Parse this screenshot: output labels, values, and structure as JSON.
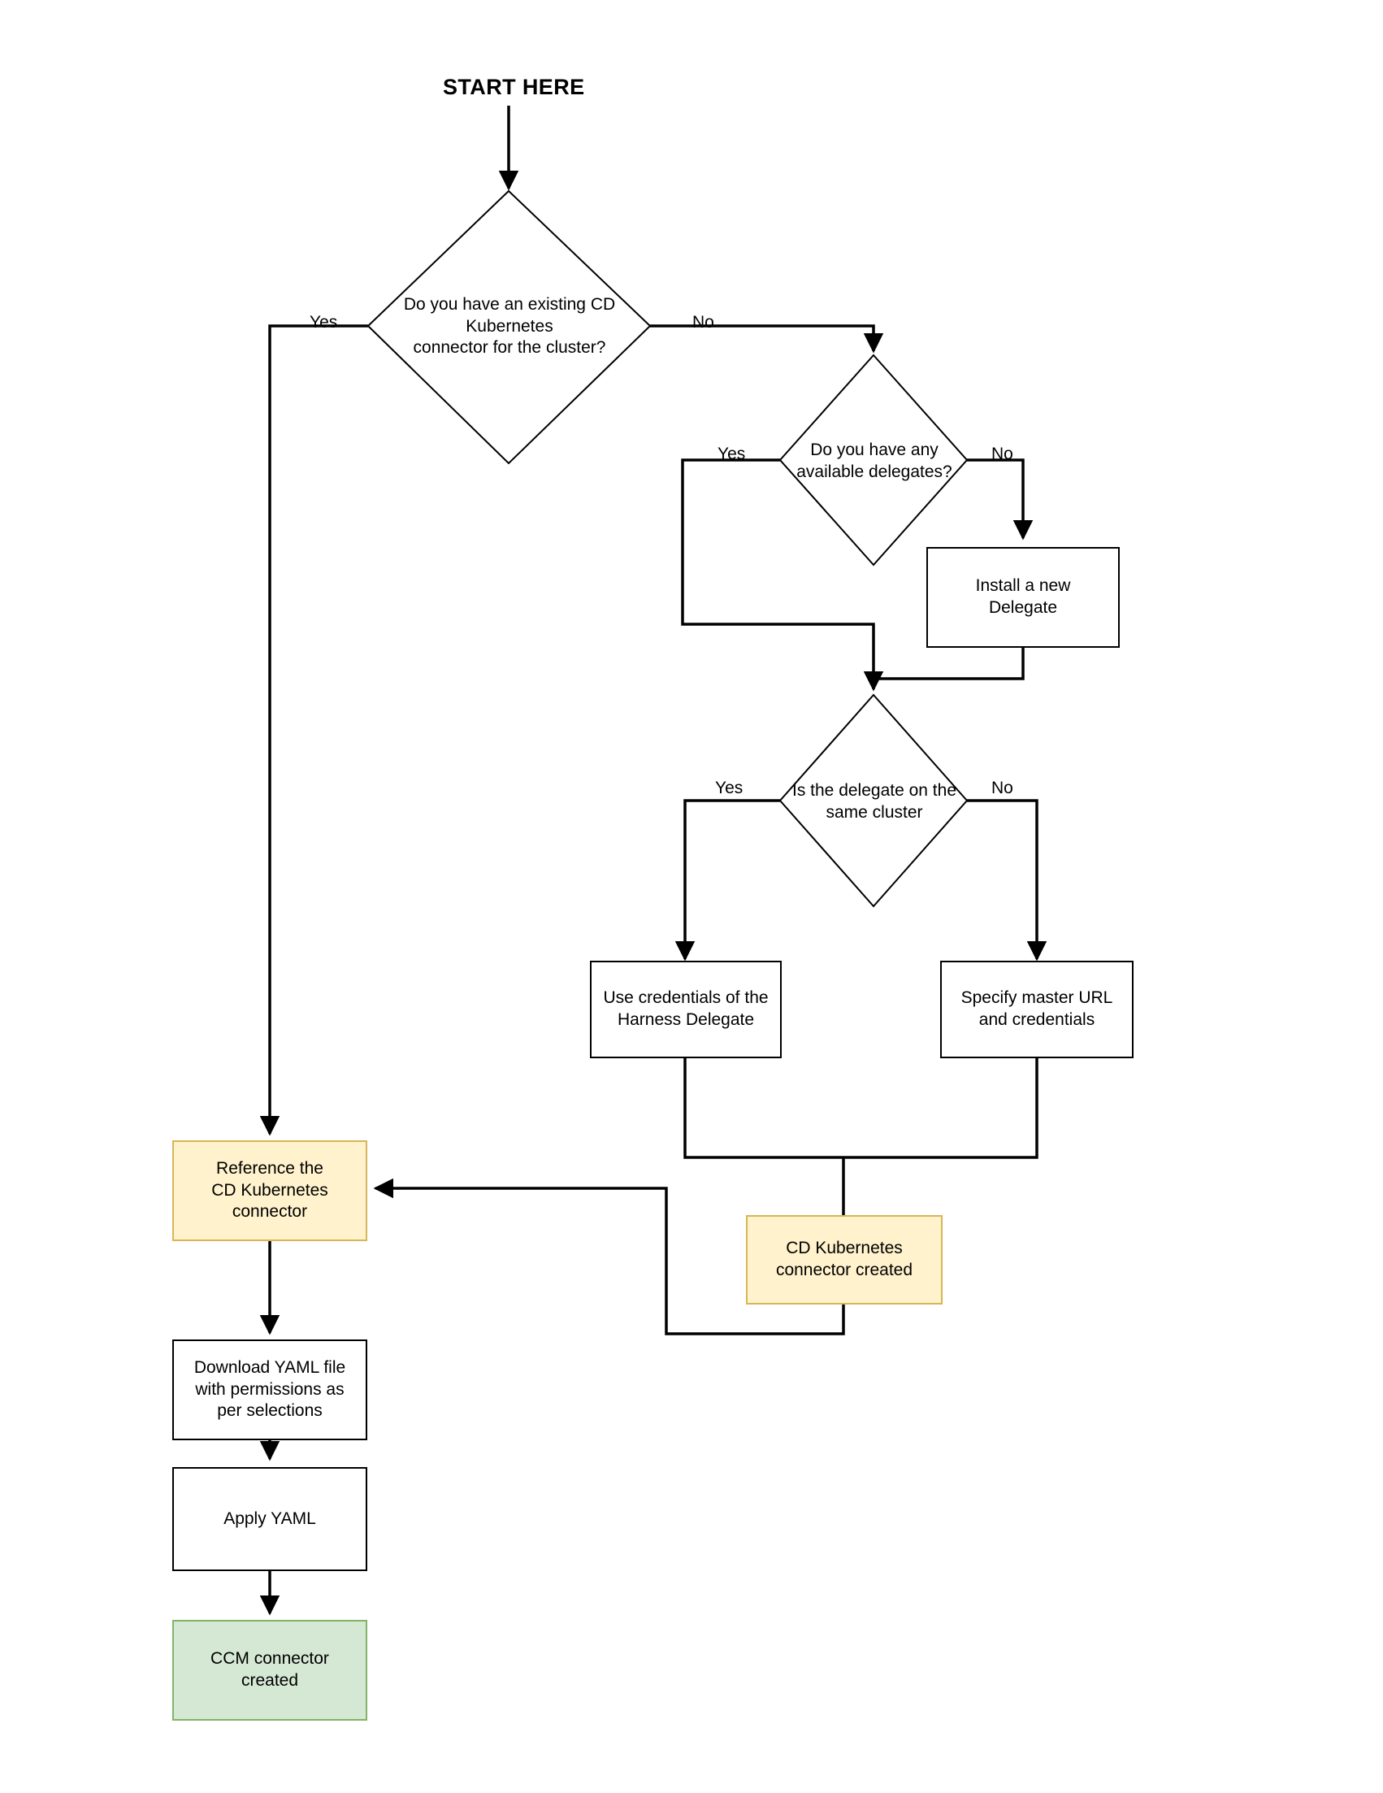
{
  "diagram": {
    "title": "START HERE",
    "type": "flowchart",
    "colors": {
      "edge": "#000000",
      "node_border": "#000000",
      "node_fill": "#ffffff",
      "orange_fill": "#fff2cc",
      "orange_border": "#d6b656",
      "green_fill": "#d5e8d4",
      "green_border": "#82b366",
      "background": "#ffffff"
    },
    "nodes": [
      {
        "id": "d1",
        "shape": "diamond",
        "label": "Do you have an existing CD\nKubernetes\nconnector for the cluster?"
      },
      {
        "id": "d2",
        "shape": "diamond",
        "label": "Do you have any\navailable delegates?"
      },
      {
        "id": "install_delegate",
        "shape": "rect",
        "label": "Install a new\nDelegate"
      },
      {
        "id": "d3",
        "shape": "diamond",
        "label": "Is the delegate on the\nsame cluster"
      },
      {
        "id": "use_credentials",
        "shape": "rect",
        "label": "Use credentials of the\nHarness Delegate"
      },
      {
        "id": "specify_master_url",
        "shape": "rect",
        "label": "Specify master URL\nand credentials"
      },
      {
        "id": "reference_connector",
        "shape": "rect-orange",
        "label": "Reference the\nCD Kubernetes\nconnector"
      },
      {
        "id": "cd_connector_created",
        "shape": "rect-orange",
        "label": "CD Kubernetes\nconnector created"
      },
      {
        "id": "download_yaml",
        "shape": "rect",
        "label": "Download YAML file\nwith permissions as\nper selections"
      },
      {
        "id": "apply_yaml",
        "shape": "rect",
        "label": "Apply YAML"
      },
      {
        "id": "ccm_connector_created",
        "shape": "rect-green",
        "label": "CCM connector\ncreated"
      }
    ],
    "edge_labels": [
      {
        "id": "d1_yes",
        "text": "Yes"
      },
      {
        "id": "d1_no",
        "text": "No"
      },
      {
        "id": "d2_yes",
        "text": "Yes"
      },
      {
        "id": "d2_no",
        "text": "No"
      },
      {
        "id": "d3_yes",
        "text": "Yes"
      },
      {
        "id": "d3_no",
        "text": "No"
      }
    ]
  }
}
